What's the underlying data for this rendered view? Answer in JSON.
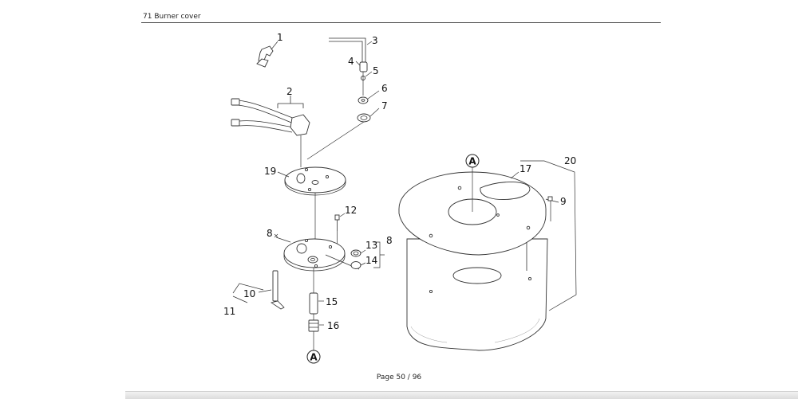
{
  "header": {
    "title": "71 Burner cover"
  },
  "footer": {
    "page_label": "Page 50 / 96"
  },
  "diagram": {
    "callouts": {
      "c1": "1",
      "c2": "2",
      "c3": "3",
      "c4": "4",
      "c5": "5",
      "c6": "6",
      "c7": "7",
      "c8a": "8",
      "c8b": "8",
      "c9": "9",
      "c10": "10",
      "c11": "11",
      "c12": "12",
      "c13": "13",
      "c14": "14",
      "c15": "15",
      "c16": "16",
      "c17": "17",
      "c19": "19",
      "c20": "20"
    },
    "refs": {
      "a_top": "A",
      "a_bottom": "A"
    }
  }
}
